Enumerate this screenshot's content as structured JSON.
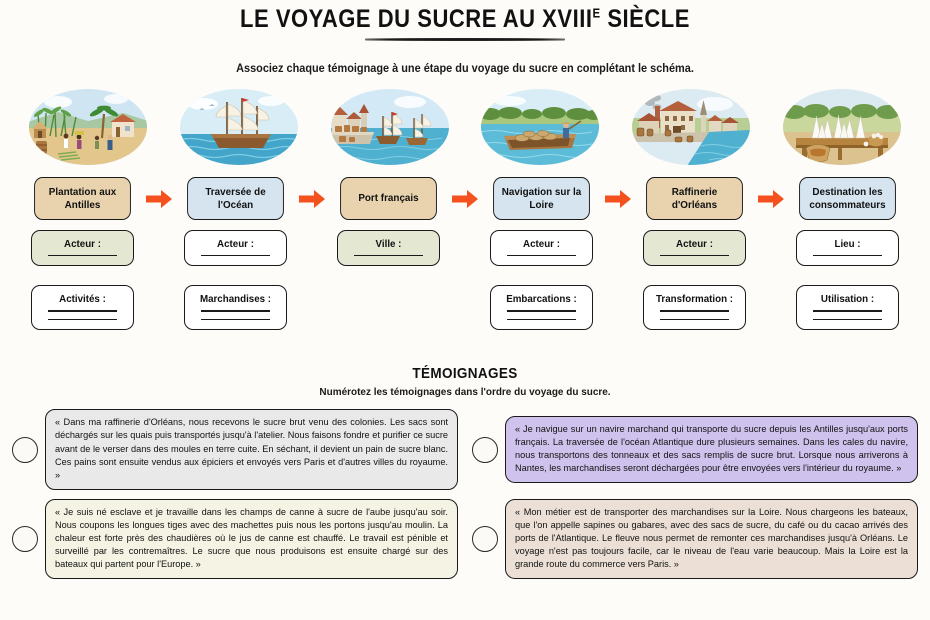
{
  "header": {
    "title_main": "LE VOYAGE DU SUCRE AU XVIII",
    "title_sup": "E",
    "title_tail": " SIÈCLE",
    "instruction": "Associez chaque témoignage à une étape du voyage du sucre en complétant le schéma."
  },
  "illustrations": [
    {
      "name": "plantation-antilles-illustration",
      "alt": "Plantation de canne à sucre aux Antilles"
    },
    {
      "name": "navire-ocean-illustration",
      "alt": "Navire marchand traversant l'océan"
    },
    {
      "name": "port-francais-illustration",
      "alt": "Port français avec quais et voiliers"
    },
    {
      "name": "bateau-loire-illustration",
      "alt": "Gabare naviguant sur la Loire"
    },
    {
      "name": "raffinerie-orleans-illustration",
      "alt": "Raffinerie d'Orléans au bord du fleuve"
    },
    {
      "name": "pains-de-sucre-illustration",
      "alt": "Pains de sucre sur une table"
    }
  ],
  "flow": {
    "arrow_color": "#f4511e",
    "steps": [
      {
        "label": "Plantation aux Antilles",
        "color": "tan"
      },
      {
        "label": "Traversée de l'Océan",
        "color": "blue"
      },
      {
        "label": "Port français",
        "color": "tan"
      },
      {
        "label": "Navigation sur la Loire",
        "color": "blue"
      },
      {
        "label": "Raffinerie d'Orléans",
        "color": "tan"
      },
      {
        "label": "Destination les consommateurs",
        "color": "blue"
      }
    ]
  },
  "fields": {
    "columns": [
      {
        "boxes": [
          {
            "label": "Acteur :",
            "lines": 1,
            "highlight": "green"
          },
          {
            "label": "Activités :",
            "lines": 2,
            "highlight": "none"
          }
        ]
      },
      {
        "boxes": [
          {
            "label": "Acteur :",
            "lines": 1,
            "highlight": "none"
          },
          {
            "label": "Marchandises :",
            "lines": 2,
            "highlight": "none"
          }
        ]
      },
      {
        "boxes": [
          {
            "label": "Ville :",
            "lines": 1,
            "highlight": "green"
          }
        ]
      },
      {
        "boxes": [
          {
            "label": "Acteur :",
            "lines": 1,
            "highlight": "none"
          },
          {
            "label": "Embarcations :",
            "lines": 2,
            "highlight": "none"
          }
        ]
      },
      {
        "boxes": [
          {
            "label": "Acteur :",
            "lines": 1,
            "highlight": "green"
          },
          {
            "label": "Transformation :",
            "lines": 2,
            "highlight": "none"
          }
        ]
      },
      {
        "boxes": [
          {
            "label": "Lieu :",
            "lines": 1,
            "highlight": "none"
          },
          {
            "label": "Utilisation :",
            "lines": 2,
            "highlight": "none"
          }
        ]
      }
    ]
  },
  "testimonials": {
    "heading": "TÉMOIGNAGES",
    "subheading": "Numérotez les témoignages dans l'ordre du voyage du sucre.",
    "items": [
      {
        "color": "gray",
        "text": "« Dans ma raffinerie d'Orléans, nous recevons le sucre brut venu des colonies. Les sacs sont déchargés sur les quais puis transportés jusqu'à l'atelier. Nous faisons fondre et purifier ce sucre avant de le verser dans des moules en terre cuite. En séchant, il devient un pain de sucre blanc. Ces pains sont ensuite vendus aux épiciers et envoyés vers Paris et d'autres villes du royaume. »"
      },
      {
        "color": "purple",
        "text": "« Je navigue sur un navire marchand qui transporte du sucre depuis les Antilles jusqu'aux ports français. La traversée de l'océan Atlantique dure plusieurs semaines. Dans les cales du navire, nous transportons des tonneaux et des sacs remplis de sucre brut. Lorsque nous arriverons à Nantes, les marchandises seront déchargées pour être envoyées vers l'intérieur du royaume. »"
      },
      {
        "color": "cream",
        "text": "« Je suis né esclave et je travaille dans les champs de canne à sucre de l'aube jusqu'au soir. Nous coupons les longues tiges avec des machettes puis nous les portons jusqu'au moulin. La chaleur est forte près des chaudières où le jus de canne est chauffé. Le travail est pénible et surveillé par les contremaîtres. Le sucre que nous produisons est ensuite chargé sur des bateaux qui partent pour l'Europe. »"
      },
      {
        "color": "tan",
        "text": "« Mon métier est de transporter des marchandises sur la Loire. Nous chargeons les bateaux, que l'on appelle sapines ou gabares, avec des sacs de sucre, du café ou du cacao arrivés des ports de l'Atlantique. Le fleuve nous permet de remonter ces marchandises jusqu'à Orléans. Le voyage n'est pas toujours facile, car le niveau de l'eau varie beaucoup. Mais la Loire est la grande route du commerce vers Paris. »"
      }
    ]
  }
}
